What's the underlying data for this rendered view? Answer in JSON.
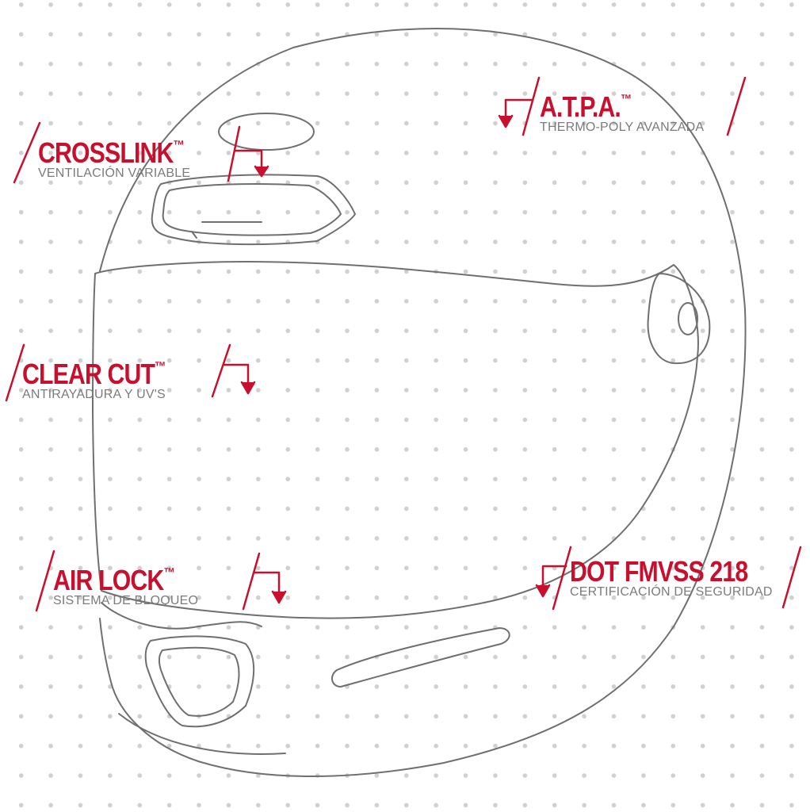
{
  "colors": {
    "accent": "#c8102e",
    "outline": "#6f6f6f",
    "subtitle": "#7b7b7b",
    "dots": "#d0d0d0"
  },
  "features": [
    {
      "id": "crosslink",
      "title": "CROSSLINK",
      "tm": "™",
      "subtitle": "VENTILACIÓN VARIABLE"
    },
    {
      "id": "atpa",
      "title": "A.T.P.A.",
      "tm": "™",
      "subtitle": "THERMO-POLY AVANZADA"
    },
    {
      "id": "clearcut",
      "title": "CLEAR CUT",
      "tm": "™",
      "subtitle": "ANTIRAYADURA Y UV'S"
    },
    {
      "id": "airlock",
      "title": "AIR LOCK",
      "tm": "™",
      "subtitle": "SISTEMA DE BLOQUEO"
    },
    {
      "id": "dot",
      "title": "DOT FMVSS 218",
      "subtitle": "CERTIFICACIÓN DE SEGURIDAD"
    }
  ]
}
